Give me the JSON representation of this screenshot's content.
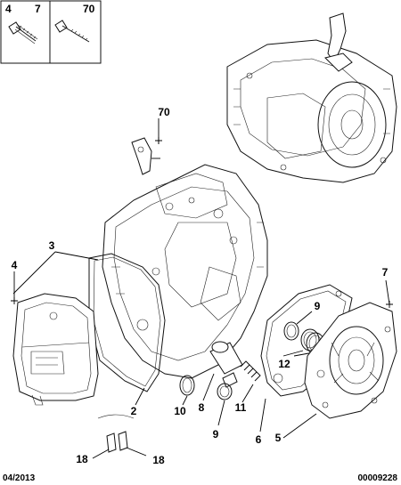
{
  "legend": {
    "box1_refs": [
      "4",
      "7"
    ],
    "box2_refs": [
      "70"
    ]
  },
  "callouts": {
    "c70": "70",
    "c3": "3",
    "c4": "4",
    "c7": "7",
    "c9a": "9",
    "c12": "12",
    "c2": "2",
    "c10": "10",
    "c8": "8",
    "c11": "11",
    "c9b": "9",
    "c6": "6",
    "c5": "5",
    "c18a": "18",
    "c18b": "18"
  },
  "footer": {
    "date": "04/2013",
    "ref_number": "00009228"
  },
  "colors": {
    "line": "#111111",
    "background": "#ffffff"
  }
}
